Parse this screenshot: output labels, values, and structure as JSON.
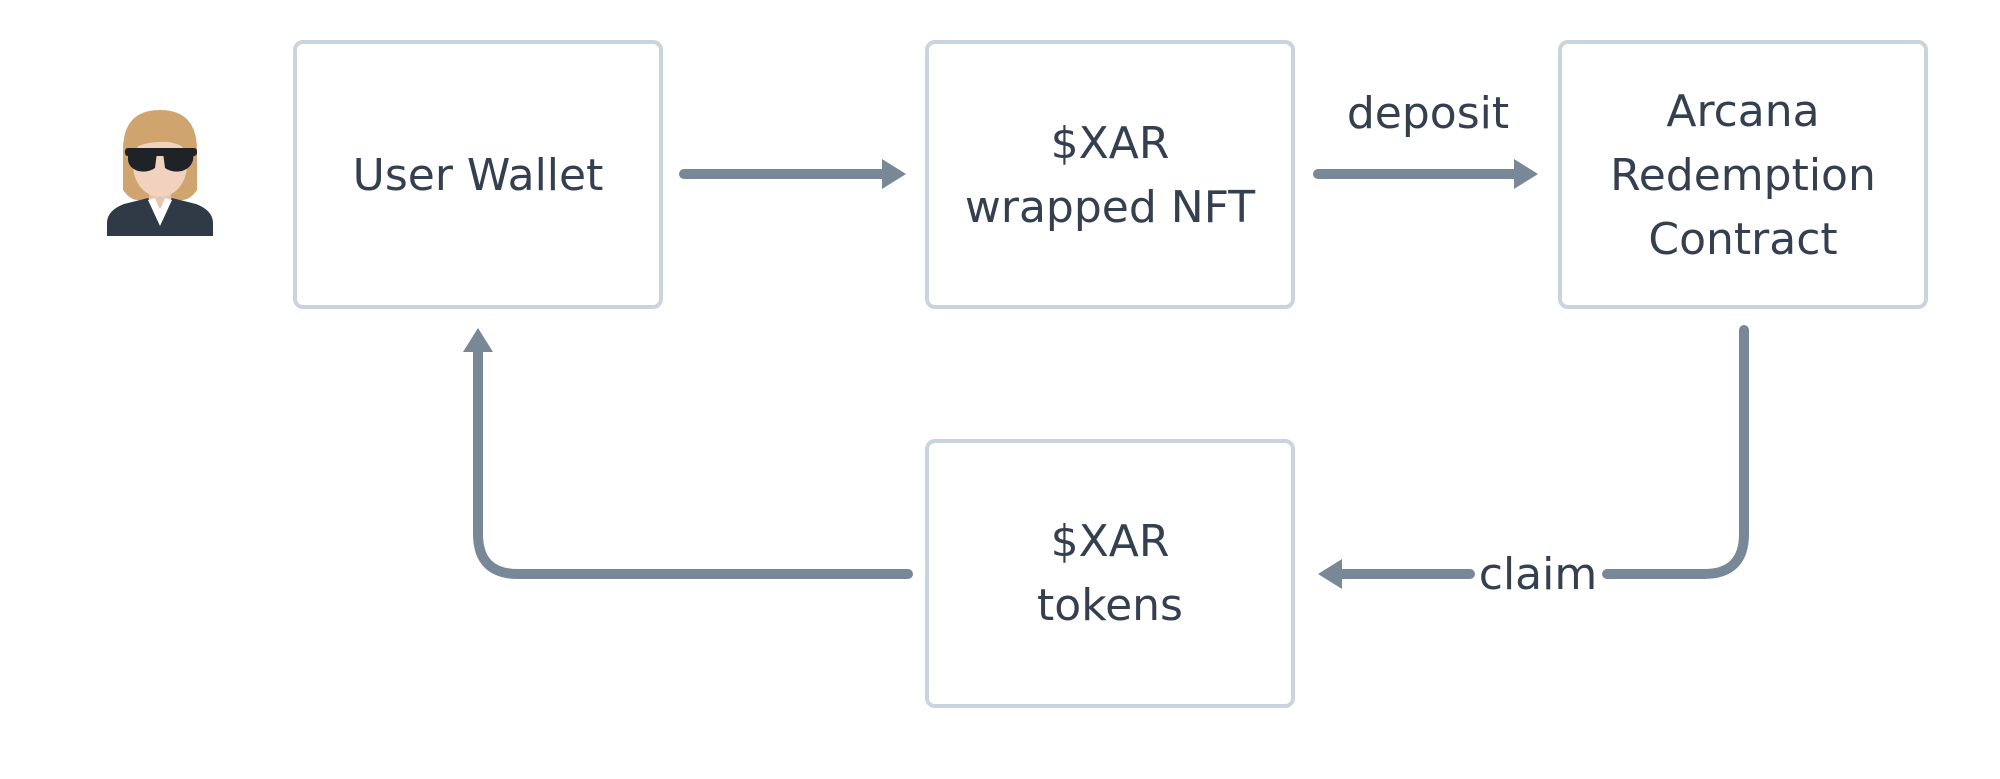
{
  "nodes": {
    "user_wallet": {
      "lines": [
        "User Wallet"
      ]
    },
    "wrapped_nft": {
      "lines": [
        "$XAR",
        "wrapped NFT"
      ]
    },
    "redemption_contract": {
      "lines": [
        "Arcana",
        "Redemption",
        "Contract"
      ]
    },
    "xar_tokens": {
      "lines": [
        "$XAR",
        "tokens"
      ]
    }
  },
  "edges": {
    "wallet_to_nft": {
      "label": ""
    },
    "nft_to_contract": {
      "label": "deposit"
    },
    "contract_to_tokens": {
      "label": "claim"
    },
    "tokens_to_wallet": {
      "label": ""
    }
  },
  "icons": {
    "user": "user-avatar-sunglasses"
  },
  "colors": {
    "box_border": "#c9d4df",
    "arrow": "#788896",
    "text": "#34404f",
    "avatar_hair": "#cfa46e",
    "avatar_skin": "#f0d2bf",
    "avatar_suit": "#2f3a46"
  }
}
